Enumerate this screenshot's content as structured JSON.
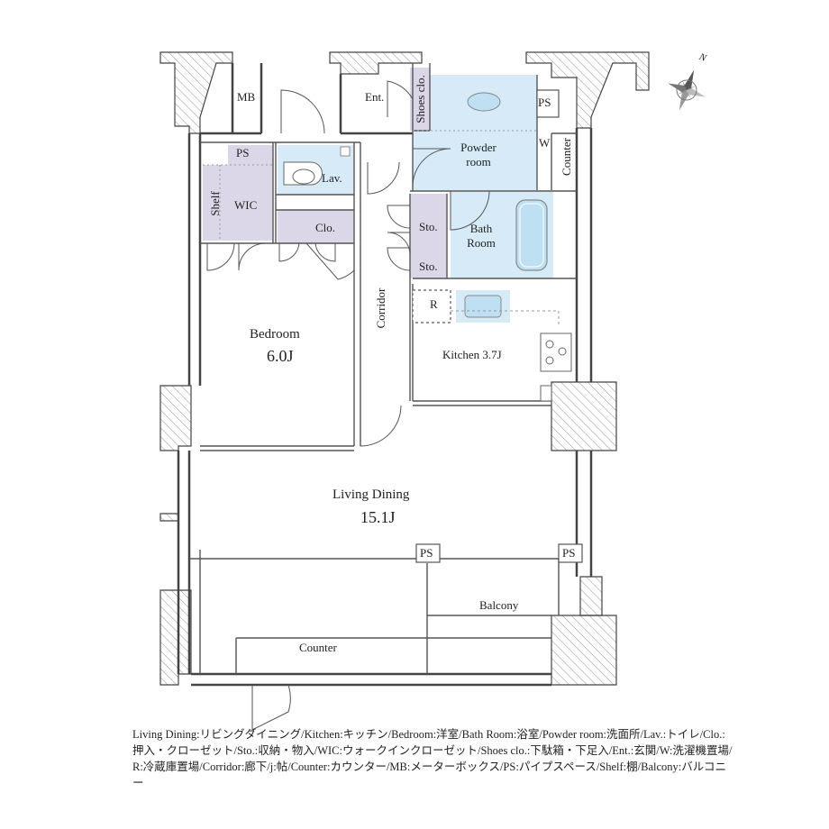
{
  "rooms": {
    "mb": "MB",
    "ent": "Ent.",
    "shoes_clo": "Shoes clo.",
    "ps_top": "PS",
    "powder_room": [
      "Powder",
      "room"
    ],
    "w": "W",
    "counter_right": "Counter",
    "ps_left": "PS",
    "lav": "Lav.",
    "shelf": "Shelf",
    "wic": "WIC",
    "clo": "Clo.",
    "sto1": "Sto.",
    "sto2": "Sto.",
    "bath_room": [
      "Bath",
      "Room"
    ],
    "corridor": "Corridor",
    "r": "R",
    "kitchen": "Kitchen 3.7J",
    "bedroom": "Bedroom",
    "bedroom_size": "6.0J",
    "living_dining": "Living Dining",
    "living_dining_size": "15.1J",
    "ps_mid": "PS",
    "ps_right": "PS",
    "balcony": "Balcony",
    "counter_bottom": "Counter"
  },
  "compass": {
    "north": "N"
  },
  "legend": "Living Dining:リビングダイニング/Kitchen:キッチン/Bedroom:洋室/Bath Room:浴室/Powder room:洗面所/Lav.:トイレ/Clo.:押入・クローゼット/Sto.:収納・物入/WIC:ウォークインクローゼット/Shoes clo.:下駄箱・下足入/Ent.:玄関/W:洗濯機置場/R:冷蔵庫置場/Corridor:廊下/j:帖/Counter:カウンター/MB:メーターボックス/PS:パイプスペース/Shelf:棚/Balcony:バルコニー",
  "colors": {
    "wall_fill": "#ffffff",
    "wall_stroke": "#444444",
    "hatch": "#9a9a9a",
    "wet_area": "#d6ebf7",
    "storage": "#dcd6e9",
    "fixture": "#bfe0f3"
  }
}
